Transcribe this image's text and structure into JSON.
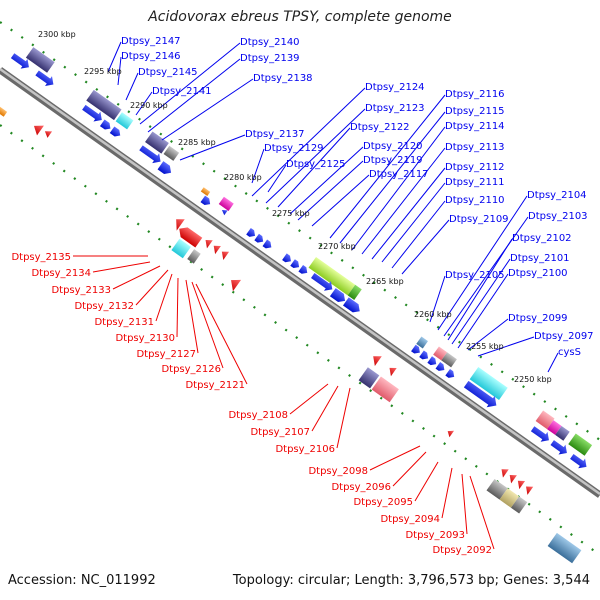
{
  "title": "Acidovorax ebreus TPSY, complete genome",
  "accession": "Accession: NC_011992",
  "topology": "Topology: circular; Length: 3,796,573 bp; Genes: 3,544",
  "colors": {
    "forward_label": "#0000ee",
    "reverse_label": "#ee0000",
    "backbone": "#8a8a8a",
    "tick_dots": "#228822"
  },
  "ticks": [
    "2300 kbp",
    "2295 kbp",
    "2290 kbp",
    "2285 kbp",
    "2280 kbp",
    "2275 kbp",
    "2270 kbp",
    "2265 kbp",
    "2260 kbp",
    "2255 kbp",
    "2250 kbp"
  ],
  "forward_genes": [
    "Dtpsy_2147",
    "Dtpsy_2146",
    "Dtpsy_2145",
    "Dtpsy_2141",
    "Dtpsy_2140",
    "Dtpsy_2139",
    "Dtpsy_2138",
    "Dtpsy_2137",
    "Dtpsy_2129",
    "Dtpsy_2125",
    "Dtpsy_2124",
    "Dtpsy_2123",
    "Dtpsy_2122",
    "Dtpsy_2120",
    "Dtpsy_2119",
    "Dtpsy_2117",
    "Dtpsy_2116",
    "Dtpsy_2115",
    "Dtpsy_2114",
    "Dtpsy_2113",
    "Dtpsy_2112",
    "Dtpsy_2111",
    "Dtpsy_2110",
    "Dtpsy_2109",
    "Dtpsy_2105",
    "Dtpsy_2104",
    "Dtpsy_2103",
    "Dtpsy_2102",
    "Dtpsy_2101",
    "Dtpsy_2100",
    "Dtpsy_2099",
    "Dtpsy_2097",
    "cysS"
  ],
  "reverse_genes": [
    "Dtpsy_2135",
    "Dtpsy_2134",
    "Dtpsy_2133",
    "Dtpsy_2132",
    "Dtpsy_2131",
    "Dtpsy_2130",
    "Dtpsy_2127",
    "Dtpsy_2126",
    "Dtpsy_2121",
    "Dtpsy_2108",
    "Dtpsy_2107",
    "Dtpsy_2106",
    "Dtpsy_2098",
    "Dtpsy_2096",
    "Dtpsy_2095",
    "Dtpsy_2094",
    "Dtpsy_2093",
    "Dtpsy_2092"
  ]
}
